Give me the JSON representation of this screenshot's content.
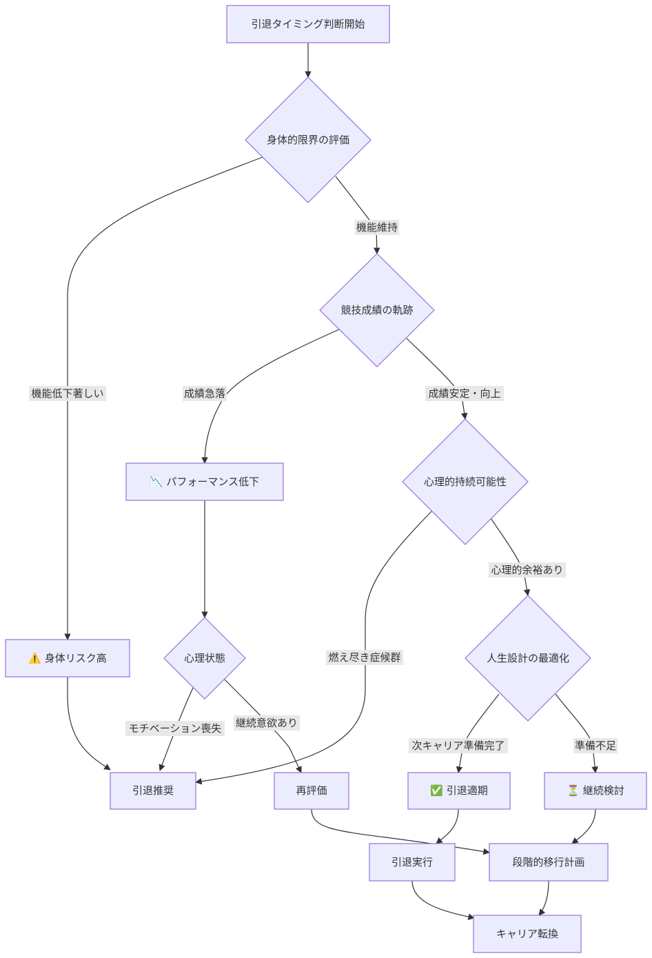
{
  "nodes": {
    "start": "引退タイミング判断開始",
    "physical": "身体的限界の評価",
    "performance": "競技成績の軌跡",
    "perf_decline": "📉 パフォーマンス低下",
    "mental_sustain": "心理的持続可能性",
    "physical_risk": "⚠️ 身体リスク高",
    "mental_state": "心理状態",
    "life_design": "人生設計の最適化",
    "recommend_retire": "引退推奨",
    "re_evaluate": "再評価",
    "retire_period": "✅ 引退適期",
    "continue_review": "⏳ 継続検討",
    "retire_execute": "引退実行",
    "gradual_plan": "段階的移行計画",
    "career_change": "キャリア転換"
  },
  "edges": {
    "function_maintained": "機能維持",
    "function_decline": "機能低下著しい",
    "sharp_decline": "成績急落",
    "stable_improve": "成績安定・向上",
    "mental_room": "心理的余裕あり",
    "burnout": "燃え尽き症候群",
    "motivation_loss": "モチベーション喪失",
    "will_continue": "継続意欲あり",
    "next_career_ready": "次キャリア準備完了",
    "not_ready": "準備不足"
  }
}
